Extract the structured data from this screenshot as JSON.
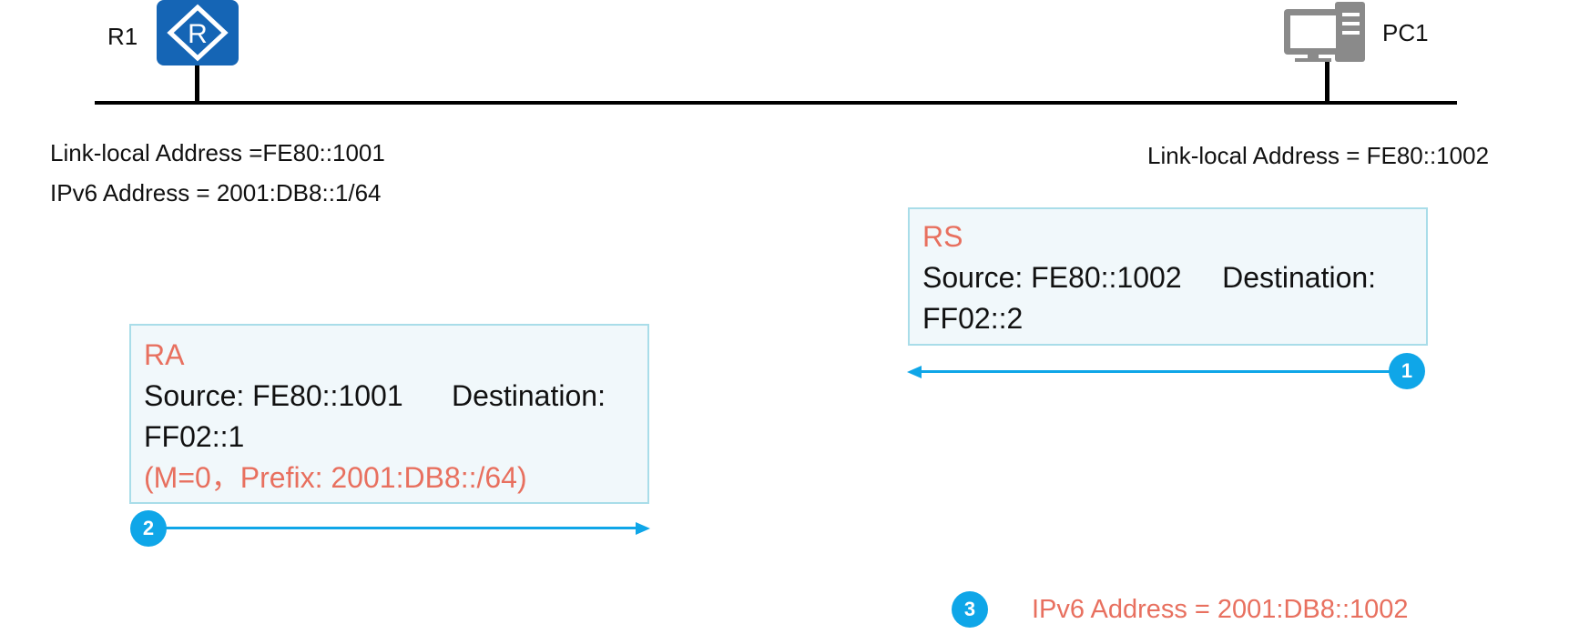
{
  "r1": {
    "name": "R1",
    "link_local": "Link-local Address =FE80::1001",
    "ipv6": "IPv6 Address = 2001:DB8::1/64"
  },
  "pc1": {
    "name": "PC1",
    "link_local": "Link-local Address = FE80::1002"
  },
  "rs": {
    "type": "RS",
    "line1": "Source: FE80::1002     Destination:",
    "line2": "FF02::2"
  },
  "ra": {
    "type": "RA",
    "line1": "Source: FE80::1001      Destination:",
    "line2": "FF02::1",
    "line3": "(M=0，Prefix: 2001:DB8::/64)"
  },
  "steps": [
    "1",
    "2",
    "3"
  ],
  "result": "IPv6 Address = 2001:DB8::1002",
  "colors": {
    "accent": "#0fa6e8",
    "highlight": "#e8705f",
    "box_bg": "#f1f8fb",
    "box_border": "#a9dde9",
    "router": "#1565b5",
    "pc": "#8a8a8a"
  },
  "icons": {
    "router": "router-icon",
    "pc": "pc-icon"
  }
}
